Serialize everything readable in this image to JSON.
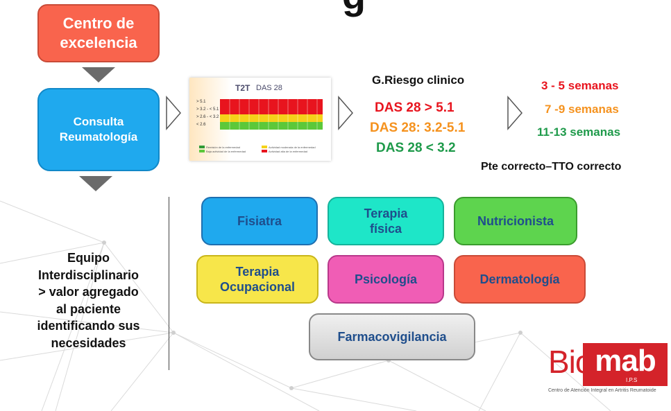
{
  "header": {
    "title_fragment": "g"
  },
  "flow": {
    "centro": [
      "Centro de",
      "excelencia"
    ],
    "consulta": [
      "Consulta",
      "Reumatología"
    ]
  },
  "das_card": {
    "brand": "T2T",
    "title": "DAS 28",
    "levels": [
      "> 5.1",
      "> 3.2 - < 5.1",
      "> 2.6 - < 3.2",
      "< 2.6"
    ],
    "legend": [
      "Remisión de la enfermedad",
      "Baja actividad de la enfermedad",
      "Actividad moderada de la enfermedad",
      "Actividad alta de la enfermedad"
    ],
    "colors": {
      "high": "#e8141e",
      "moderate": "#f5d21a",
      "low": "#5cc83a",
      "remission": "#2f9a35"
    }
  },
  "riesgo": {
    "title": "G.Riesgo clinico",
    "items": [
      {
        "text": "DAS 28 > 5.1",
        "color": "#e8141e"
      },
      {
        "text": "DAS 28: 3.2-5.1",
        "color": "#f5921e"
      },
      {
        "text": "DAS 28 < 3.2",
        "color": "#1e9a4a"
      }
    ]
  },
  "semanas": [
    {
      "text": "3 - 5 semanas",
      "color": "#e8141e"
    },
    {
      "text": "7 -9 semanas",
      "color": "#f5921e"
    },
    {
      "text": "11-13 semanas",
      "color": "#1e9a4a"
    }
  ],
  "pte": "Pte correcto–TTO correcto",
  "equipo": [
    "Equipo",
    "Interdisciplinario",
    "> valor agregado",
    "al paciente",
    "identificando sus",
    "necesidades"
  ],
  "specialties": {
    "fisiatra": "Fisiatra",
    "terapia_fisica": [
      "Terapia",
      "física"
    ],
    "nutricionista": "Nutricionista",
    "terapia_ocupacional": [
      "Terapia",
      "Ocupacional"
    ],
    "psicologia": "Psicología",
    "dermatologia": "Dermatología",
    "farmacovigilancia": "Farmacovigilancia"
  },
  "logo": {
    "bio": "Bio",
    "mab": "mab",
    "ips": "I.P.S",
    "subtitle": "Centro de Atención Integral en Artritis Reumatoide"
  }
}
